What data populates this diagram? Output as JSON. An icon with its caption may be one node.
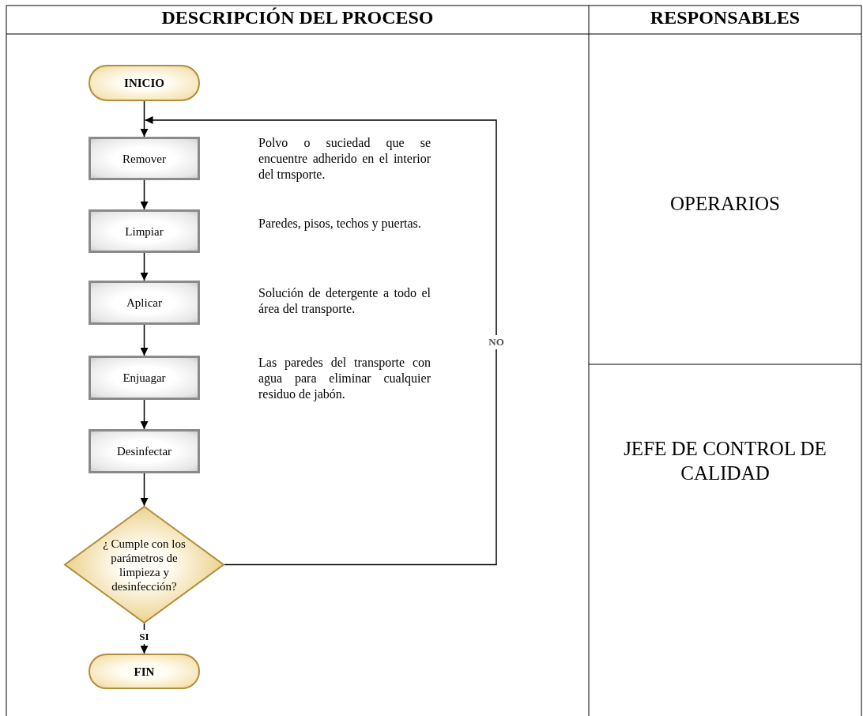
{
  "diagram": {
    "nodes": [
      {
        "text": [
          "INICIO"
        ]
      },
      {
        "text": [
          "Remover"
        ]
      },
      {
        "text": [
          "Limpiar"
        ]
      },
      {
        "text": [
          "Aplicar"
        ]
      },
      {
        "text": [
          "Enjuagar"
        ]
      },
      {
        "text": [
          "Desinfectar"
        ]
      },
      {
        "text": [
          "¿ Cumple con los parámetros de limpieza y desinfección?"
        ]
      },
      {
        "text": [
          "FIN"
        ]
      }
    ],
    "edges": [
      {
        "from": 0,
        "to": 1,
        "arrow": "to"
      },
      {
        "from": 1,
        "to": 2,
        "arrow": "to"
      },
      {
        "from": 2,
        "to": 3,
        "arrow": "to"
      },
      {
        "from": 3,
        "to": 4,
        "arrow": "to"
      },
      {
        "from": 4,
        "to": 5,
        "arrow": "to"
      },
      {
        "from": 5,
        "to": 6,
        "arrow": "to"
      },
      {
        "from": 6,
        "to": 7,
        "arrow": "to",
        "label": "SI"
      },
      {
        "from": 6,
        "to": 1,
        "arrow": "to",
        "label": "NO"
      }
    ],
    "labels": [
      "DESCRIPCIÓN DEL PROCESO",
      "RESPONSABLES",
      "Polvo o suciedad que se encuentre adherido en el interior del trnsporte.",
      "OPERARIOS",
      "Paredes, pisos, techos y puertas.",
      "Solución de detergente a todo el área del transporte.",
      "Las paredes del transporte con agua para eliminar cualquier residuo de jabón.",
      "JEFE DE CONTROL DE CALIDAD"
    ]
  }
}
